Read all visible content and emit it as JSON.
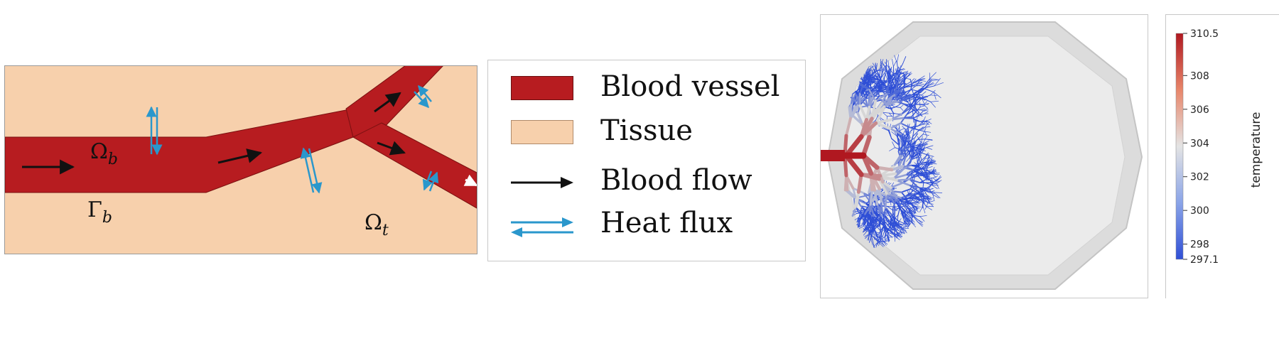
{
  "colors": {
    "vessel": "#b71c20",
    "tissue": "#f7d0ac",
    "flow_arrow": "#111111",
    "heat_arrow": "#2a97cc",
    "cold": "#2f4fd6",
    "neutral": "#e4e4e4",
    "hot": "#b01820"
  },
  "schematic": {
    "labels": {
      "omega_b": {
        "base": "Ω",
        "sub": "b"
      },
      "gamma_b": {
        "base": "Γ",
        "sub": "b"
      },
      "omega_t": {
        "base": "Ω",
        "sub": "t"
      }
    }
  },
  "legend": {
    "items": [
      {
        "label": "Blood vessel",
        "icon": "vessel-swatch"
      },
      {
        "label": "Tissue",
        "icon": "tissue-swatch"
      },
      {
        "label": "Blood flow",
        "icon": "flow-arrow-icon"
      },
      {
        "label": "Heat flux",
        "icon": "double-arrow-icon"
      }
    ]
  },
  "colorbar": {
    "title": "temperature",
    "min": 297.1,
    "max": 310.5,
    "ticks": [
      310.5,
      308,
      306,
      304,
      302,
      300,
      298,
      297.1
    ],
    "tick_labels": [
      "310.5",
      "308",
      "306",
      "304",
      "302",
      "300",
      "298",
      "297.1"
    ]
  }
}
